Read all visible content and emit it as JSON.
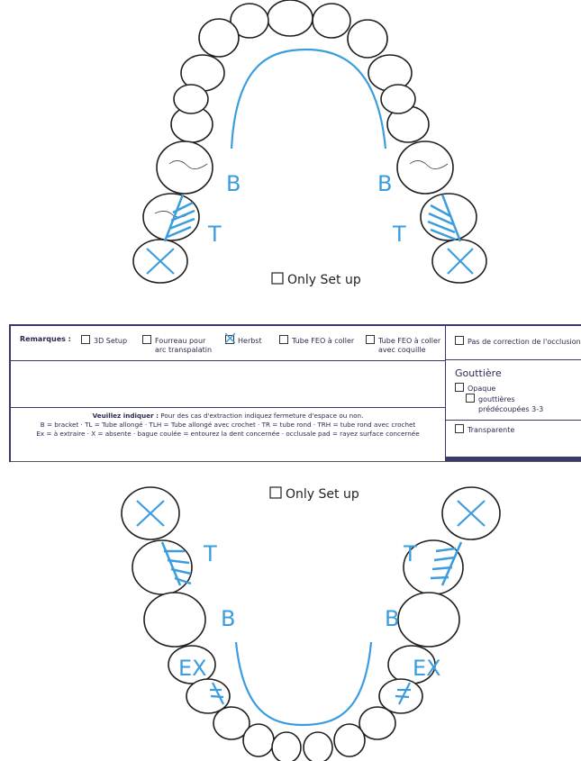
{
  "upper": {
    "labels": {
      "bracket_left": "B",
      "bracket_right": "B",
      "tube_left": "T",
      "tube_right": "T"
    },
    "only_setup": "Only Set up"
  },
  "lower": {
    "labels": {
      "tube_left": "T",
      "tube_right": "T",
      "bracket_left": "B",
      "bracket_right": "B",
      "extract_left": "EX",
      "extract_right": "EX"
    },
    "only_setup": "Only Set up"
  },
  "form": {
    "remarks_label": "Remarques :",
    "options": [
      {
        "label": "3D Setup",
        "sub": "",
        "checked": false
      },
      {
        "label": "Fourreau pour",
        "sub": "arc transpalatin",
        "checked": false
      },
      {
        "label": "Herbst",
        "sub": "",
        "checked": true
      },
      {
        "label": "Tube FEO à coller",
        "sub": "",
        "checked": false
      },
      {
        "label": "Tube FEO à coller",
        "sub": "avec coquille",
        "checked": false
      }
    ],
    "no_correction": "Pas de correction de l'occlusion",
    "gouttiere": {
      "title": "Gouttière",
      "opaque": "Opaque",
      "precut_1": "gouttières",
      "precut_2": "prédécoupées 3-3",
      "transparent": "Transparente"
    },
    "legend": {
      "line1_bold": "Veuillez indiquer :",
      "line1_rest": "Pour des cas d'extraction indiquez fermeture d'espace ou non.",
      "line2": "B = bracket · TL = Tube allongé · TLH = Tube allongé avec crochet · TR = tube rond · TRH = tube rond avec crochet",
      "line3": "Ex = à extraire · X = absente · bague coulée = entourez la dent concernée · occlusale pad = rayez surface concernée"
    }
  },
  "colors": {
    "accent_blue": "#3b9ddd",
    "form_navy": "#3a3a6a"
  }
}
